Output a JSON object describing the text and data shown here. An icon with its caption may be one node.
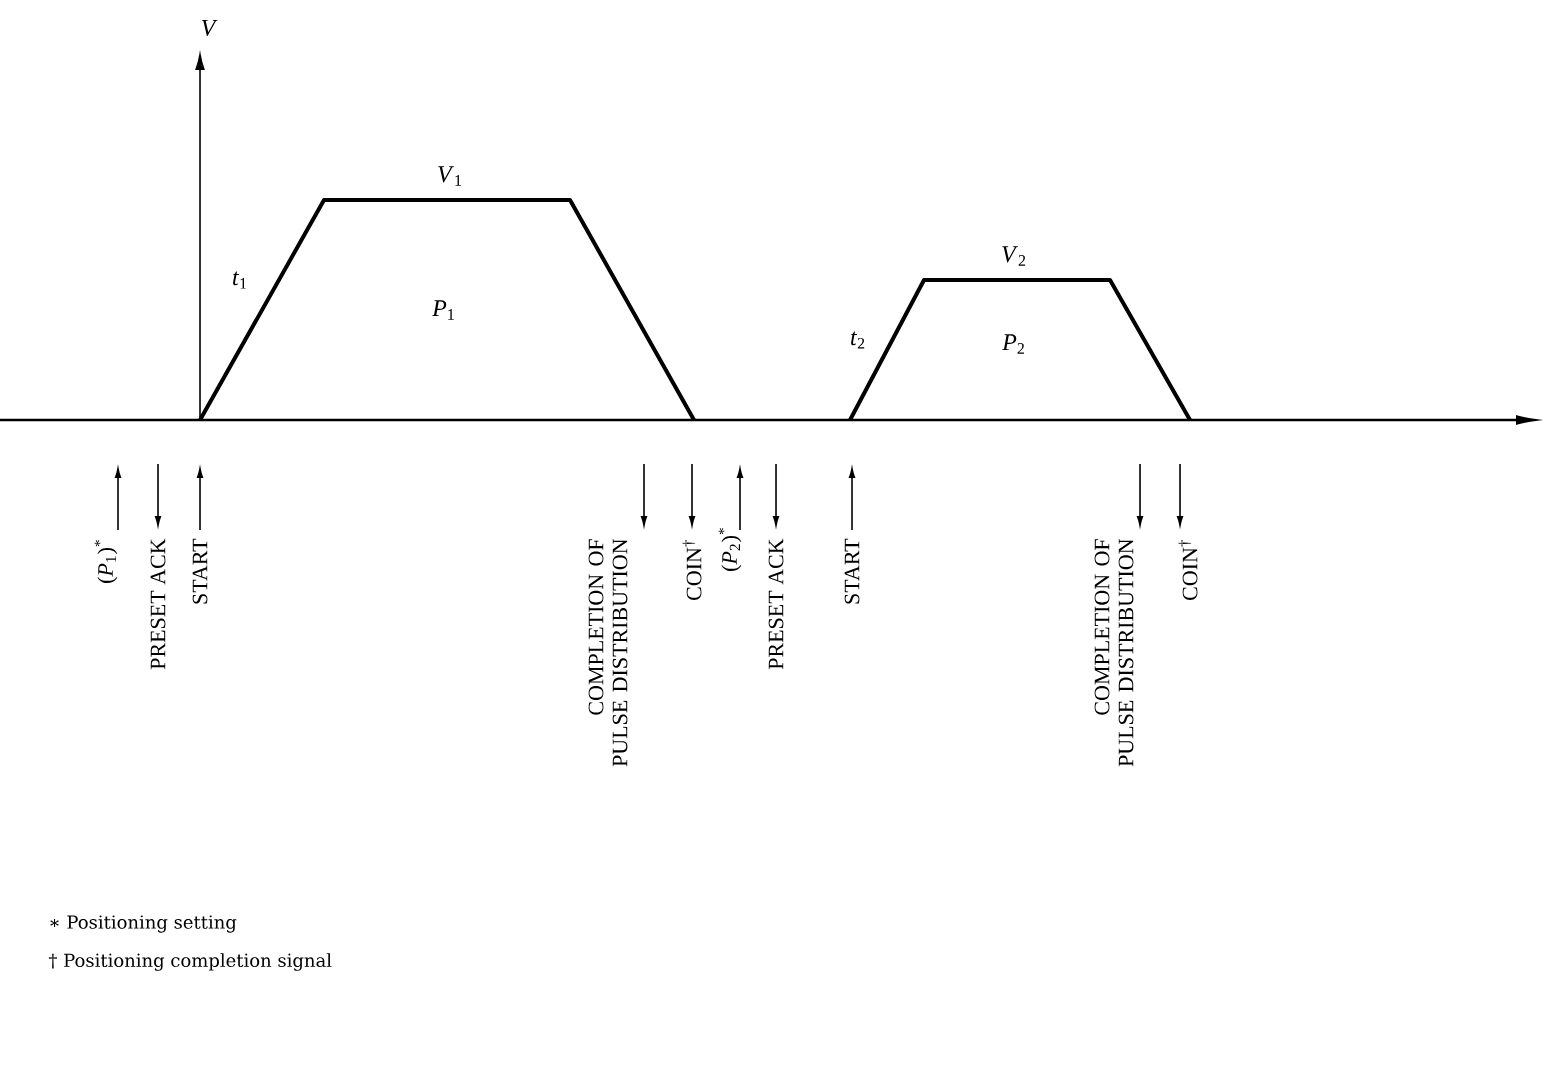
{
  "diagram": {
    "labels": [
      "V",
      "*V*$_{1}$",
      "*t*$_{1}$",
      "*P*$_{1}$",
      "*V*$_{2}$",
      "*t*$_{2}$",
      "*P*$_{2}$",
      "(*P*$_{1}$)$^{*}$",
      "PRESET ACK",
      "START",
      "COMPLETION OF PULSE DISTRIBUTION",
      "COIN$^{†}$",
      "(*P*$_{2}$)$^{*}$",
      "PRESET ACK",
      "START",
      "COMPLETION OF PULSE DISTRIBUTION",
      "COIN$^{†}$",
      "∗ Positioning setting",
      "† Positioning completion signal"
    ]
  }
}
